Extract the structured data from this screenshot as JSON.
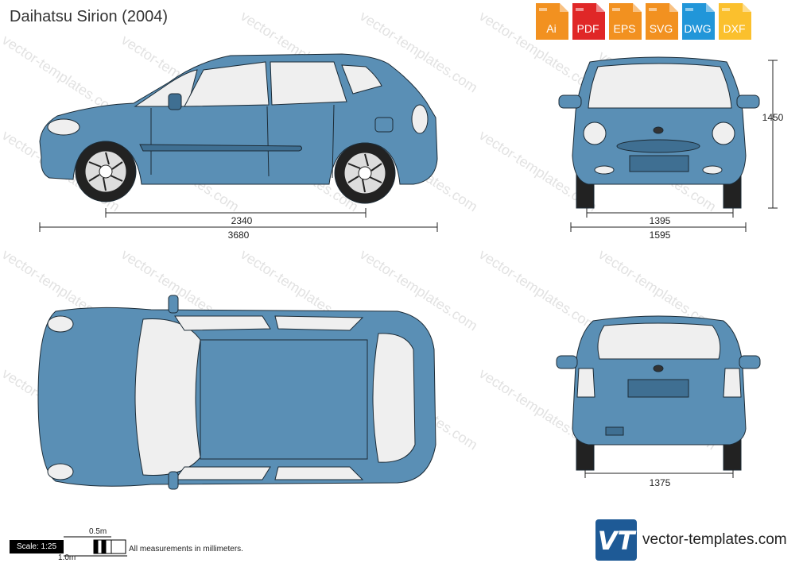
{
  "title": "Daihatsu Sirion (2004)",
  "formats": [
    {
      "label": "Ai",
      "color": "#f29120",
      "icon": "ai-file-icon"
    },
    {
      "label": "PDF",
      "color": "#e02727",
      "icon": "pdf-file-icon"
    },
    {
      "label": "EPS",
      "color": "#f29120",
      "icon": "eps-file-icon"
    },
    {
      "label": "SVG",
      "color": "#f29120",
      "icon": "svg-file-icon"
    },
    {
      "label": "DWG",
      "color": "#2196d9",
      "icon": "dwg-file-icon"
    },
    {
      "label": "DXF",
      "color": "#fbc02d",
      "icon": "dxf-file-icon"
    }
  ],
  "dimensions": {
    "wheelbase": "2340",
    "length": "3680",
    "height": "1450",
    "front_track": "1395",
    "width": "1595",
    "rear_track": "1375"
  },
  "scale": {
    "label": "Scale: 1:25",
    "half": "0.5m",
    "full": "1.0m"
  },
  "note": "All measurements in millimeters.",
  "brand": {
    "logo_text": "VT",
    "site": "vector-templates.com",
    "watermark": "vector-templates.com"
  },
  "colors": {
    "body": "#5a8fb5",
    "body_dark": "#3f6f92",
    "glass": "#efefef",
    "tire": "#222222",
    "outline": "#1c2b36"
  }
}
